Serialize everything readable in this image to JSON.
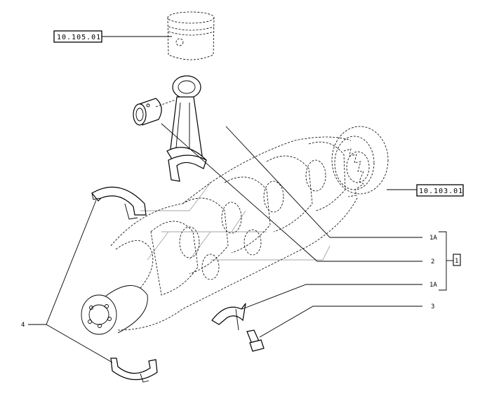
{
  "references": {
    "piston_ref": "10.105.01",
    "flywheel_ref": "10.103.01"
  },
  "callouts": {
    "item_1a_upper": "1A",
    "item_2": "2",
    "item_1b": "1",
    "item_1a_lower": "1A",
    "item_3": "3",
    "item_4": "4"
  }
}
